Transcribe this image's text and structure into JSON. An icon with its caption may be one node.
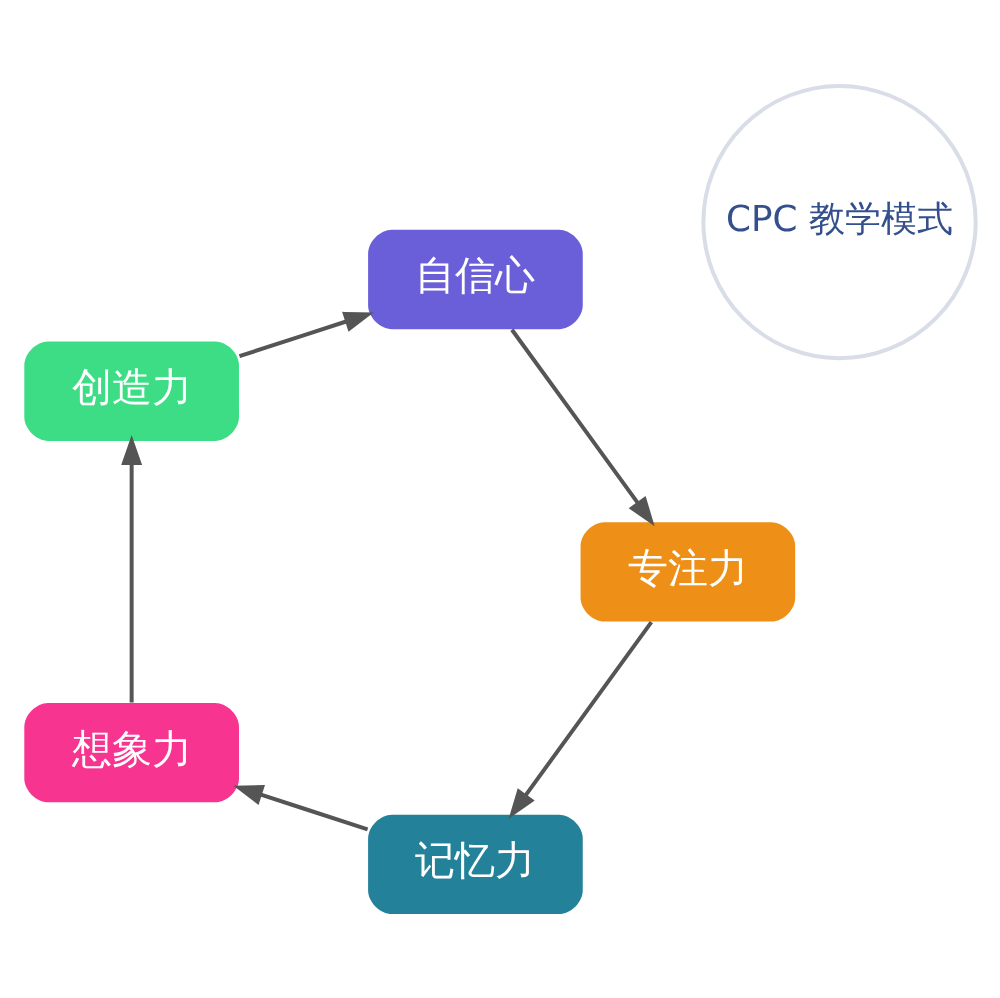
{
  "diagram": {
    "nodes": [
      {
        "text": [
          "自信心"
        ]
      },
      {
        "text": [
          "专注力"
        ]
      },
      {
        "text": [
          "记忆力"
        ]
      },
      {
        "text": [
          "想象力"
        ]
      },
      {
        "text": [
          "创造力"
        ]
      },
      {
        "text": [
          "CPC 教学模式"
        ]
      }
    ],
    "edges": [
      {
        "from": 0,
        "to": 1,
        "arrow": "to"
      },
      {
        "from": 1,
        "to": 2,
        "arrow": "to"
      },
      {
        "from": 2,
        "to": 3,
        "arrow": "to"
      },
      {
        "from": 3,
        "to": 4,
        "arrow": "to"
      },
      {
        "from": 4,
        "to": 0,
        "arrow": "to"
      }
    ]
  }
}
